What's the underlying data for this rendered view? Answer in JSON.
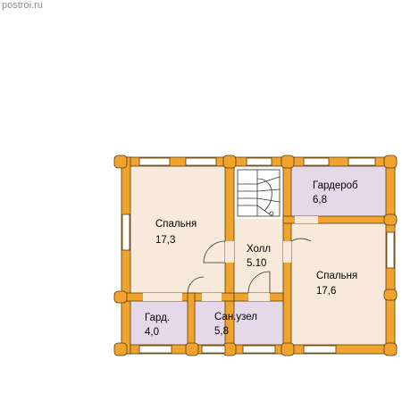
{
  "watermark": "postroi.ru",
  "colors": {
    "wall": "#f0a42e",
    "wall_stroke": "#5a3a10",
    "beige": "#f7eadb",
    "lilac": "#e5d8e8",
    "window": "#d8eef2"
  },
  "rooms": [
    {
      "id": "bedroom-left",
      "name": "Спальня",
      "area": "17,3"
    },
    {
      "id": "hall",
      "name": "Холл",
      "area": "5.10"
    },
    {
      "id": "wardrobe-top",
      "name": "Гардероб",
      "area": "6,8"
    },
    {
      "id": "bedroom-right",
      "name": "Спальня",
      "area": "17,6"
    },
    {
      "id": "wardrobe-small",
      "name": "Гард.",
      "area": "4,0"
    },
    {
      "id": "bathroom",
      "name": "Сан.узел",
      "area": "5,8"
    }
  ],
  "stair_icon": "staircase-icon",
  "door_icon": "door-swing-icon"
}
